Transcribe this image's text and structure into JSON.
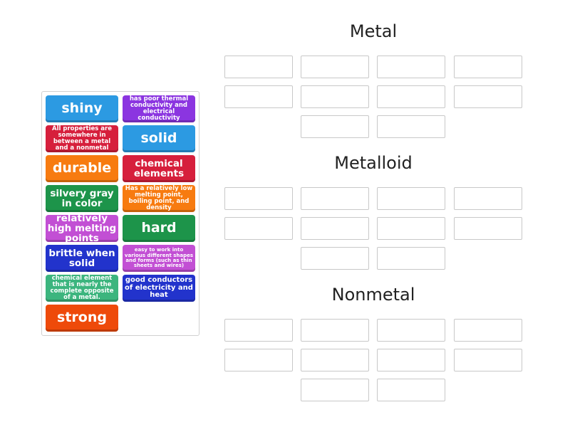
{
  "tiles": [
    {
      "text": "shiny",
      "color": "#2c9ae2",
      "size": "s1"
    },
    {
      "text": "has poor thermal conductivity and electrical conductivity",
      "color": "#8b35e0",
      "size": "s4"
    },
    {
      "text": "All properties are somewhere in between a metal and a nonmetal",
      "color": "#d61f3c",
      "size": "s4"
    },
    {
      "text": "solid",
      "color": "#2c9ae2",
      "size": "s1"
    },
    {
      "text": "durable",
      "color": "#f77b10",
      "size": "s1"
    },
    {
      "text": "chemical elements",
      "color": "#d61f3c",
      "size": "s2"
    },
    {
      "text": "silvery gray in color",
      "color": "#1d944a",
      "size": "s2"
    },
    {
      "text": "Has a relatively low melting point, boiling point, and density",
      "color": "#f77b10",
      "size": "s4"
    },
    {
      "text": "relatively high melting points",
      "color": "#c24fd4",
      "size": "s2"
    },
    {
      "text": "hard",
      "color": "#1d944a",
      "size": "s1"
    },
    {
      "text": "brittle when solid",
      "color": "#2233cc",
      "size": "s2"
    },
    {
      "text": "easy to work into various different shapes and forms (such as thin sheets and wires)",
      "color": "#c24fd4",
      "size": "s5"
    },
    {
      "text": "chemical element that is nearly the complete opposite of a metal.",
      "color": "#3cb57e",
      "size": "s4"
    },
    {
      "text": "good conductors of electricity and heat",
      "color": "#2233cc",
      "size": "s3"
    },
    {
      "text": "strong",
      "color": "#ee4a0a",
      "size": "s1"
    }
  ],
  "groups": [
    {
      "title": "Metal"
    },
    {
      "title": "Metalloid"
    },
    {
      "title": "Nonmetal"
    }
  ]
}
